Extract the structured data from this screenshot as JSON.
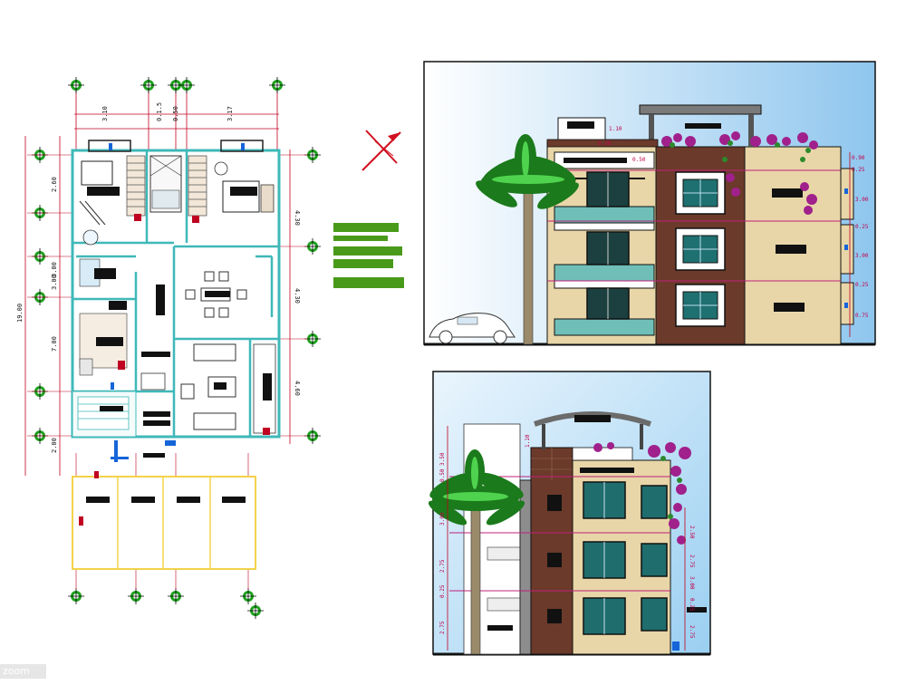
{
  "watermark": {
    "text": "zoom"
  },
  "plan": {
    "dims_top": [
      "3.10",
      "0.1.5",
      "0.50",
      "3.17"
    ],
    "dims_left": [
      "2.60",
      "3.00",
      "3.00",
      "7.00",
      "2.00"
    ],
    "dim_left_total": "19.00",
    "dims_right": [
      "4.30",
      "4.30",
      "4.60"
    ]
  },
  "front_elevation": {
    "levels": [
      "0.90",
      "0.25",
      "3.00",
      "0.25",
      "3.00",
      "0.25",
      "0.75"
    ],
    "roof_tags": [
      "1.10",
      "0.50",
      "0.50"
    ]
  },
  "side_elevation": {
    "levels_left": [
      "3.50",
      "0.50",
      "3.00",
      "2.75",
      "0.25",
      "2.75"
    ],
    "levels_right": [
      "2.50",
      "2.75",
      "3.00",
      "0.25",
      "2.75"
    ],
    "roof_tag": "1.10"
  },
  "colors": {
    "sky": "#bfe0f7",
    "wall_brown": "#6b3a2a",
    "wall_beige": "#e8d6a8",
    "plan_walls": "#3fb8b8",
    "dims_red": "#c00020",
    "grid_marker": "#1fa11f",
    "legend_green": "#4a9a1a",
    "bougainvillea": "#a0208c"
  }
}
